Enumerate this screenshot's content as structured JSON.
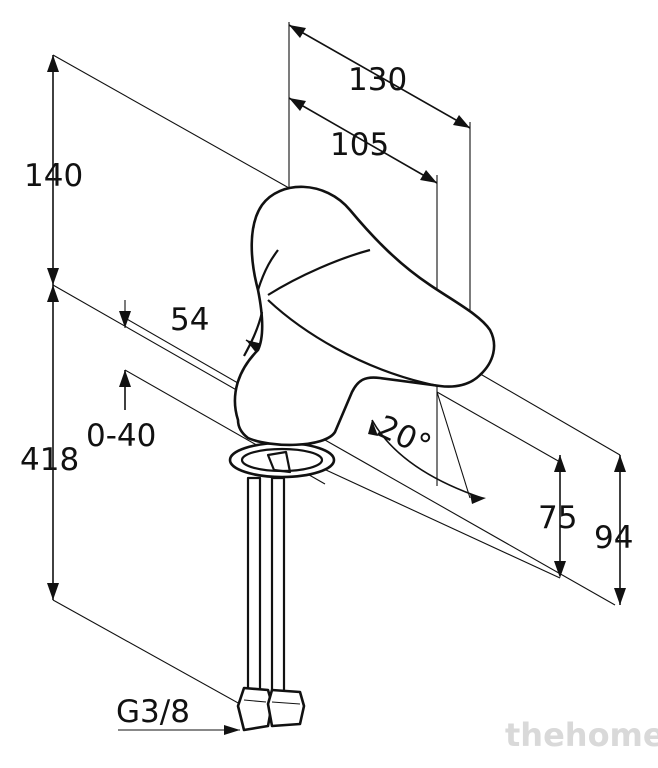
{
  "dimensions": {
    "d130": "130",
    "d105": "105",
    "d140": "140",
    "d54": "54",
    "d418": "418",
    "d0_40": "0-40",
    "d20deg": "20°",
    "d75": "75",
    "d94": "94",
    "thread": "G3/8"
  },
  "watermark": "thehome"
}
